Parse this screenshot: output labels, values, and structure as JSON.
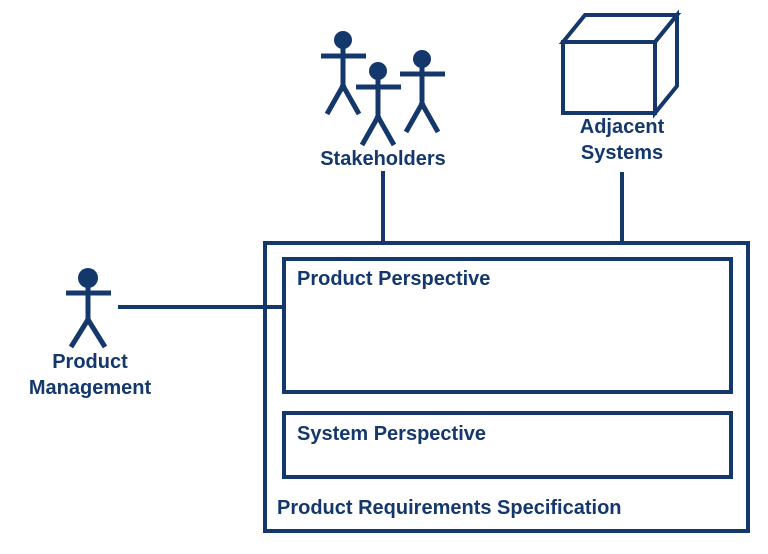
{
  "colors": {
    "ink": "#14386C",
    "background": "#FFFFFF"
  },
  "actors": {
    "stakeholders": {
      "label": "Stakeholders",
      "icon": "stick-figure-group-icon"
    },
    "adjacent_systems": {
      "line1": "Adjacent",
      "line2": "Systems",
      "icon": "cube-icon"
    },
    "product_management": {
      "line1": "Product",
      "line2": "Management",
      "icon": "stick-figure-icon"
    }
  },
  "specification": {
    "title": "Product Requirements Specification",
    "sections": {
      "product_perspective": "Product Perspective",
      "system_perspective": "System Perspective"
    }
  }
}
